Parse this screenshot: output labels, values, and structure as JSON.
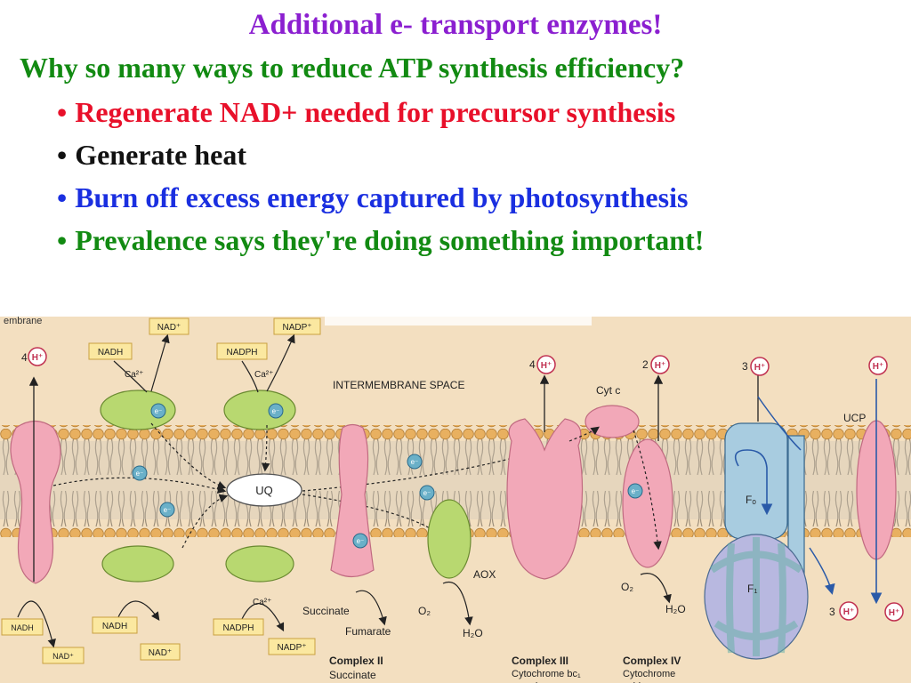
{
  "slide": {
    "title": "Additional e- transport enzymes!",
    "question": "Why so many ways to reduce ATP synthesis efficiency?",
    "bullet_char": "•",
    "bullets": [
      {
        "text": "Regenerate NAD+ needed for precursor synthesis",
        "color": "#e8102a"
      },
      {
        "text": "Generate heat",
        "color": "#111111"
      },
      {
        "text": "Burn off excess energy captured by photosynthesis",
        "color": "#1a2fe0"
      },
      {
        "text": "Prevalence says they're doing something important!",
        "color": "#128a12"
      }
    ],
    "title_color": "#8b1fd0",
    "question_color": "#128a12"
  },
  "diagram": {
    "membrane_label": "embrane",
    "space_label": "INTERMEMBRANE SPACE",
    "uq_label": "UQ",
    "e_label": "e⁻",
    "h_label": "H⁺",
    "ca_label": "Ca²⁺",
    "cytc_label": "Cyt c",
    "ucp_label": "UCP",
    "fo_label": "Fₒ",
    "f1_label": "F₁",
    "aox_label": "AOX",
    "h_counts": {
      "left": "4",
      "c3": "4",
      "c4": "2",
      "atp": "3",
      "bottom": "3"
    },
    "top_boxes": {
      "nad_plus": "NAD⁺",
      "nadh": "NADH",
      "nadp_plus": "NADP⁺",
      "nadph": "NADPH"
    },
    "bottom_boxes": {
      "nadh_left": "NADH",
      "nad_plus_left": "NAD⁺",
      "nadh": "NADH",
      "nad_plus": "NAD⁺",
      "nadph": "NADPH",
      "nadp_plus": "NADP⁺"
    },
    "metabolites": {
      "succinate": "Succinate",
      "fumarate": "Fumarate",
      "o2_aox": "O₂",
      "h2o_aox": "H₂O",
      "o2_c4": "O₂",
      "h2o_c4": "H₂O"
    },
    "complex2": {
      "title": "Complex II",
      "subtitle": "Succinate"
    },
    "complex3": {
      "title": "Complex III",
      "line1": "Cytochrome bc₁",
      "line2": "complex"
    },
    "complex4": {
      "title": "Complex IV",
      "line1": "Cytochrome",
      "line2": "oxidase"
    },
    "colors": {
      "background": "#f3dfc0",
      "membrane_beads": "#e8b060",
      "complex_pink": "#f2a8b8",
      "enzyme_green": "#b8d870",
      "atp_synthase_blue": "#a8cce0",
      "label_box": "#fbe8a0"
    }
  }
}
